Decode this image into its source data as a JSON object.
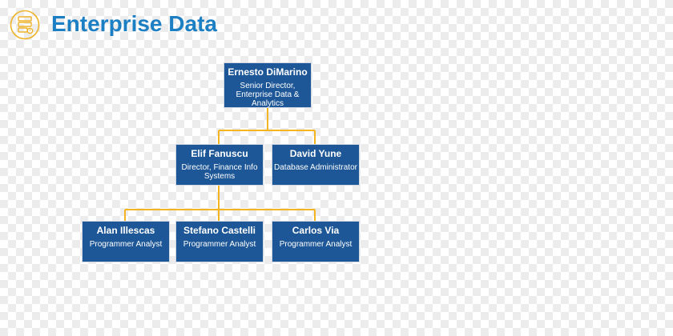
{
  "header": {
    "title": "Enterprise Data",
    "icon": "database-server-icon"
  },
  "colors": {
    "title": "#1c7fc4",
    "node_fill": "#1d5797",
    "connector": "#f5b521",
    "icon": "#f0b42a"
  },
  "org": {
    "root": {
      "name": "Ernesto DiMarino",
      "role": "Senior Director, Enterprise Data & Analytics"
    },
    "level2": [
      {
        "name": "Elif Fanuscu",
        "role": "Director, Finance Info Systems"
      },
      {
        "name": "David Yune",
        "role": "Database Administrator"
      }
    ],
    "level3": [
      {
        "name": "Alan Illescas",
        "role": "Programmer Analyst"
      },
      {
        "name": "Stefano Castelli",
        "role": "Programmer Analyst"
      },
      {
        "name": "Carlos Via",
        "role": "Programmer Analyst"
      }
    ]
  }
}
